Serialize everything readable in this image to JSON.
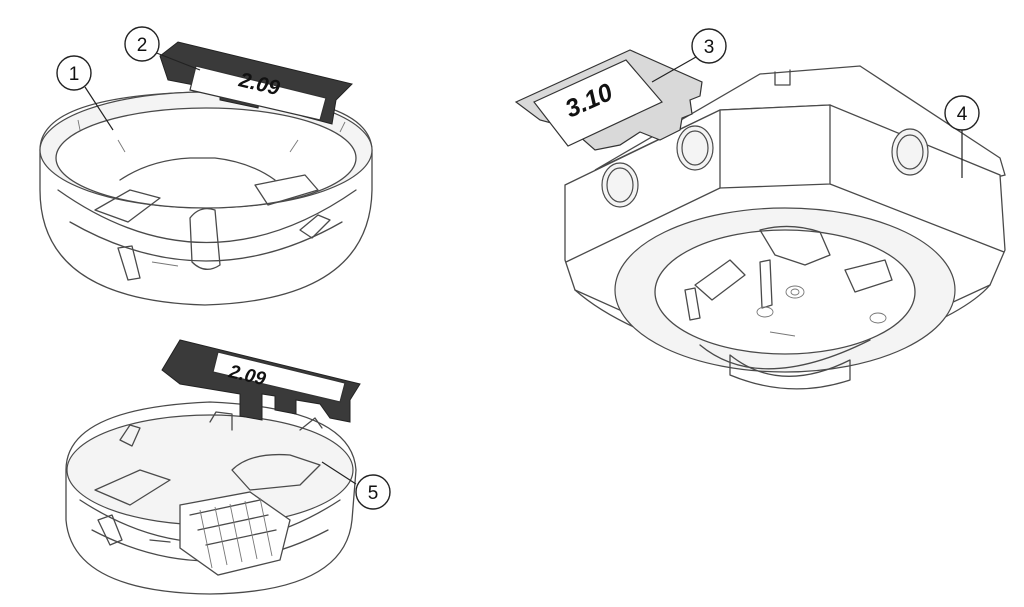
{
  "labels": {
    "label_top_left": "2.09",
    "label_bottom_left": "2.09",
    "label_right": "3.10"
  },
  "callouts": [
    "1",
    "2",
    "3",
    "4",
    "5"
  ],
  "colors": {
    "line": "#4a4a4a",
    "card_gray": "#d9d9d9",
    "card_dark": "#3a3a3a"
  }
}
